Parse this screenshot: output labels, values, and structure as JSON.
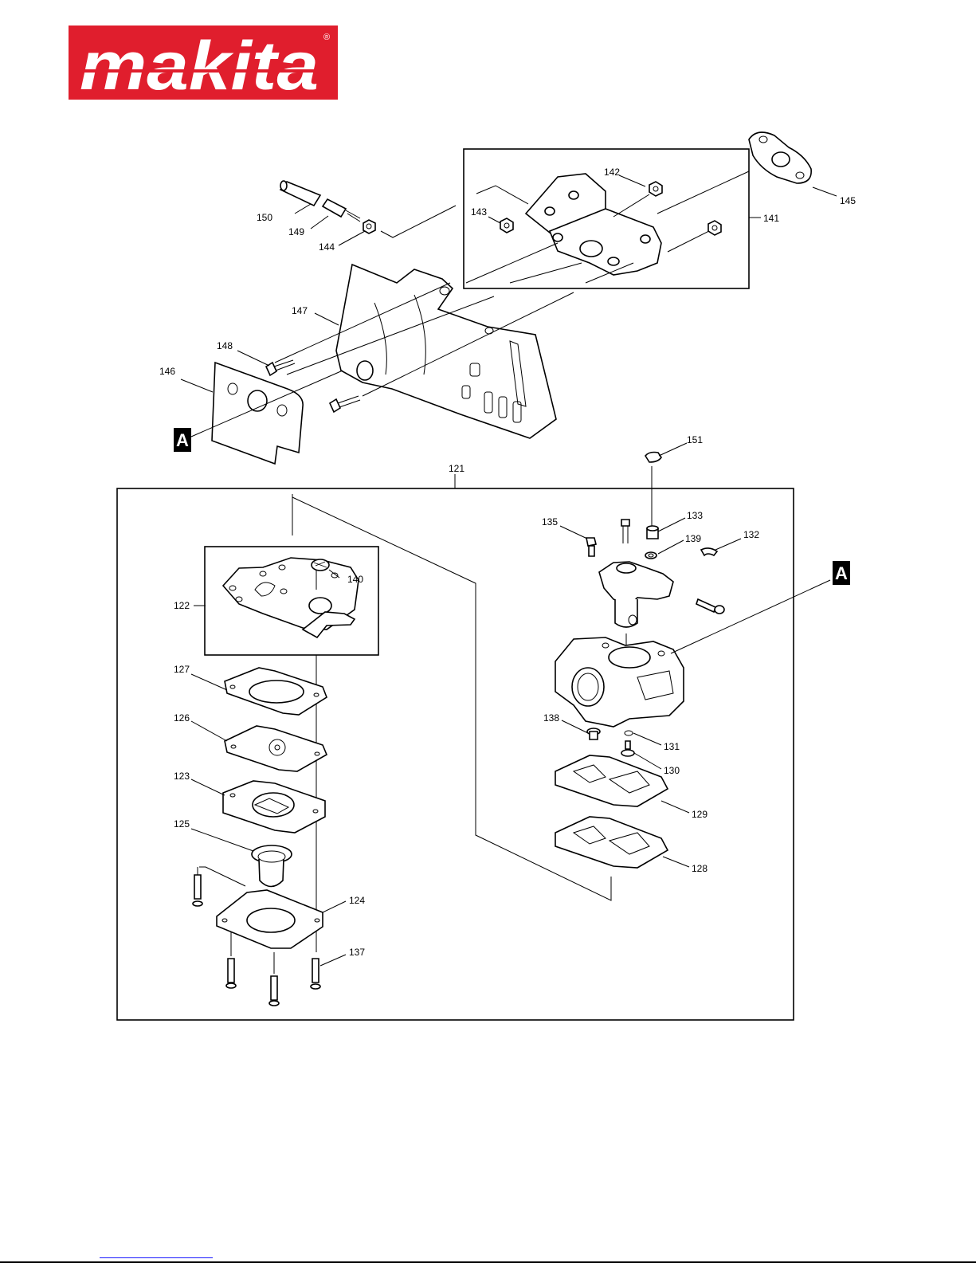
{
  "logo": {
    "text": "makita",
    "registered": "®",
    "color": "#e01e2d"
  },
  "diagram": {
    "callouts": [
      "121",
      "122",
      "123",
      "124",
      "125",
      "126",
      "127",
      "128",
      "129",
      "130",
      "131",
      "132",
      "133",
      "135",
      "137",
      "138",
      "139",
      "140",
      "141",
      "142",
      "143",
      "144",
      "145",
      "146",
      "147",
      "148",
      "149",
      "150",
      "151"
    ],
    "reference_marks": [
      "A",
      "A"
    ]
  },
  "colors": {
    "line": "#000000",
    "background": "#ffffff",
    "link_rule": "#1a1aff"
  }
}
